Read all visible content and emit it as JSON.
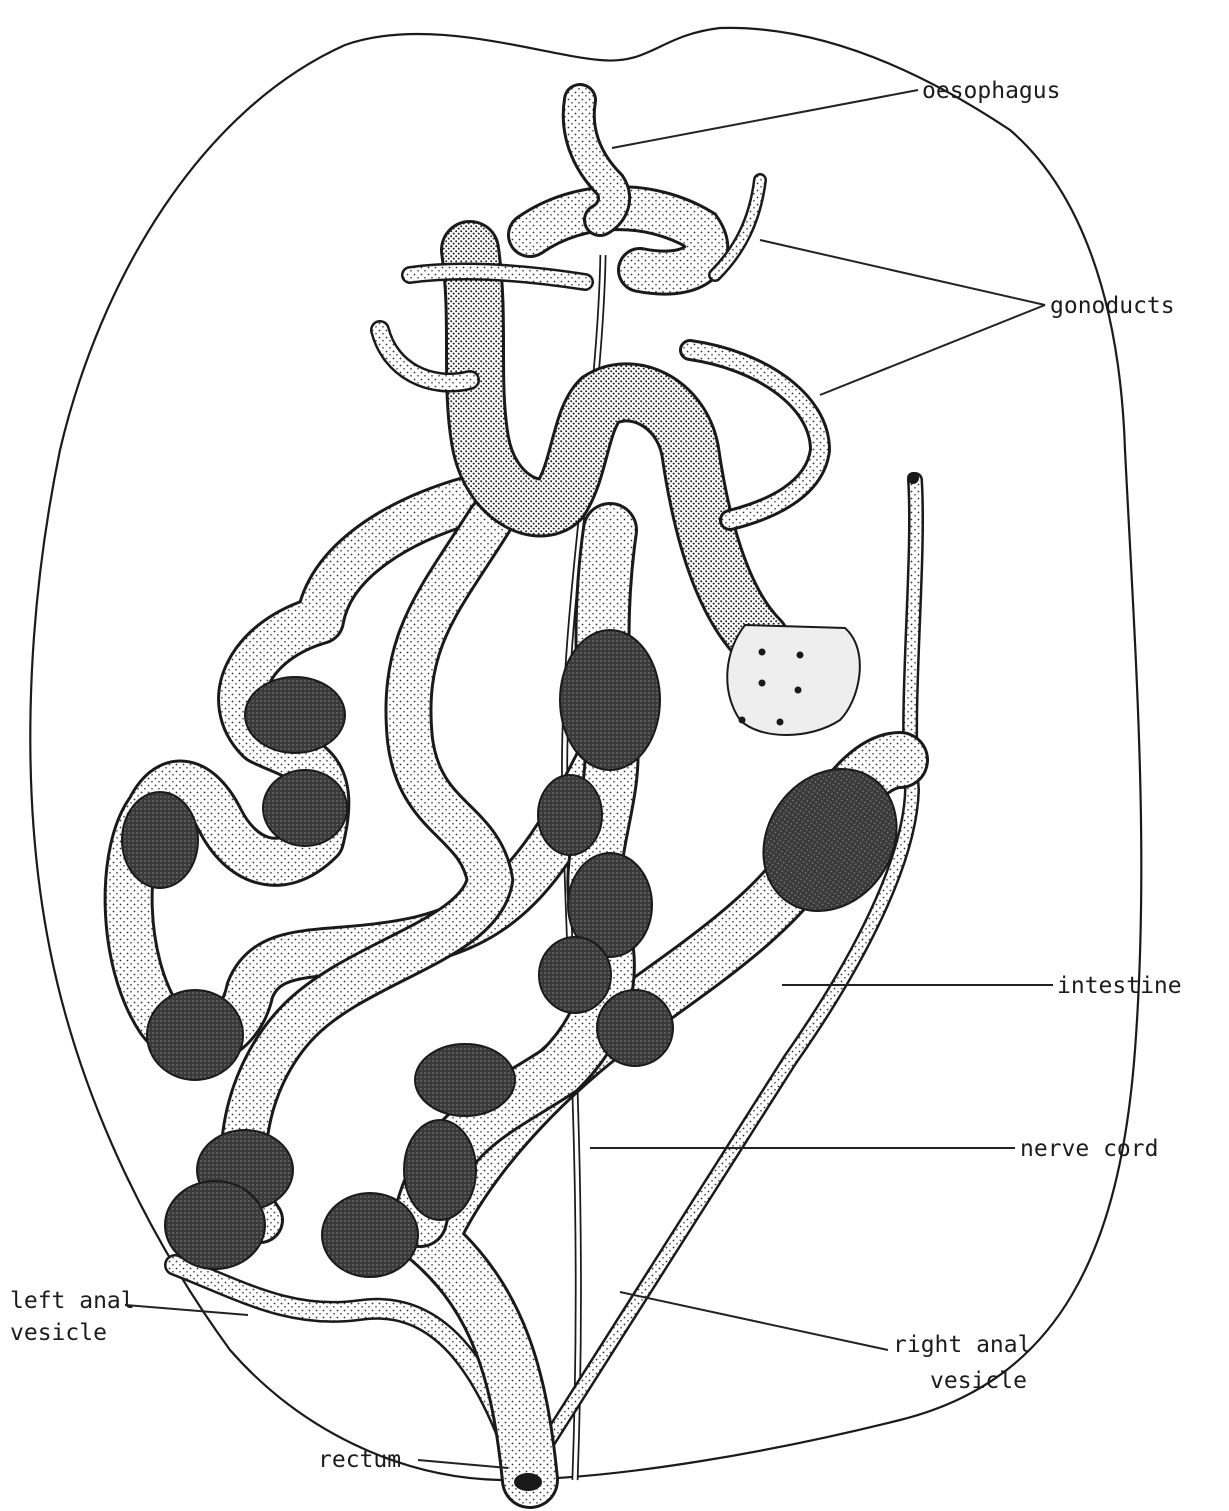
{
  "labels": {
    "oesophagus": "oesophagus",
    "gonoducts": "gonoducts",
    "intestine": "intestine",
    "nerve_cord": "nerve cord",
    "right_anal_vesicle_line1": "right anal",
    "right_anal_vesicle_line2": "vesicle",
    "left_anal_vesicle_line1": "left anal",
    "left_anal_vesicle_line2": "vesicle",
    "rectum": "rectum"
  },
  "colors": {
    "light_tube": "#d9d9d9",
    "dark_tube": "#3a3a3a",
    "ink": "#1a1a1a"
  }
}
